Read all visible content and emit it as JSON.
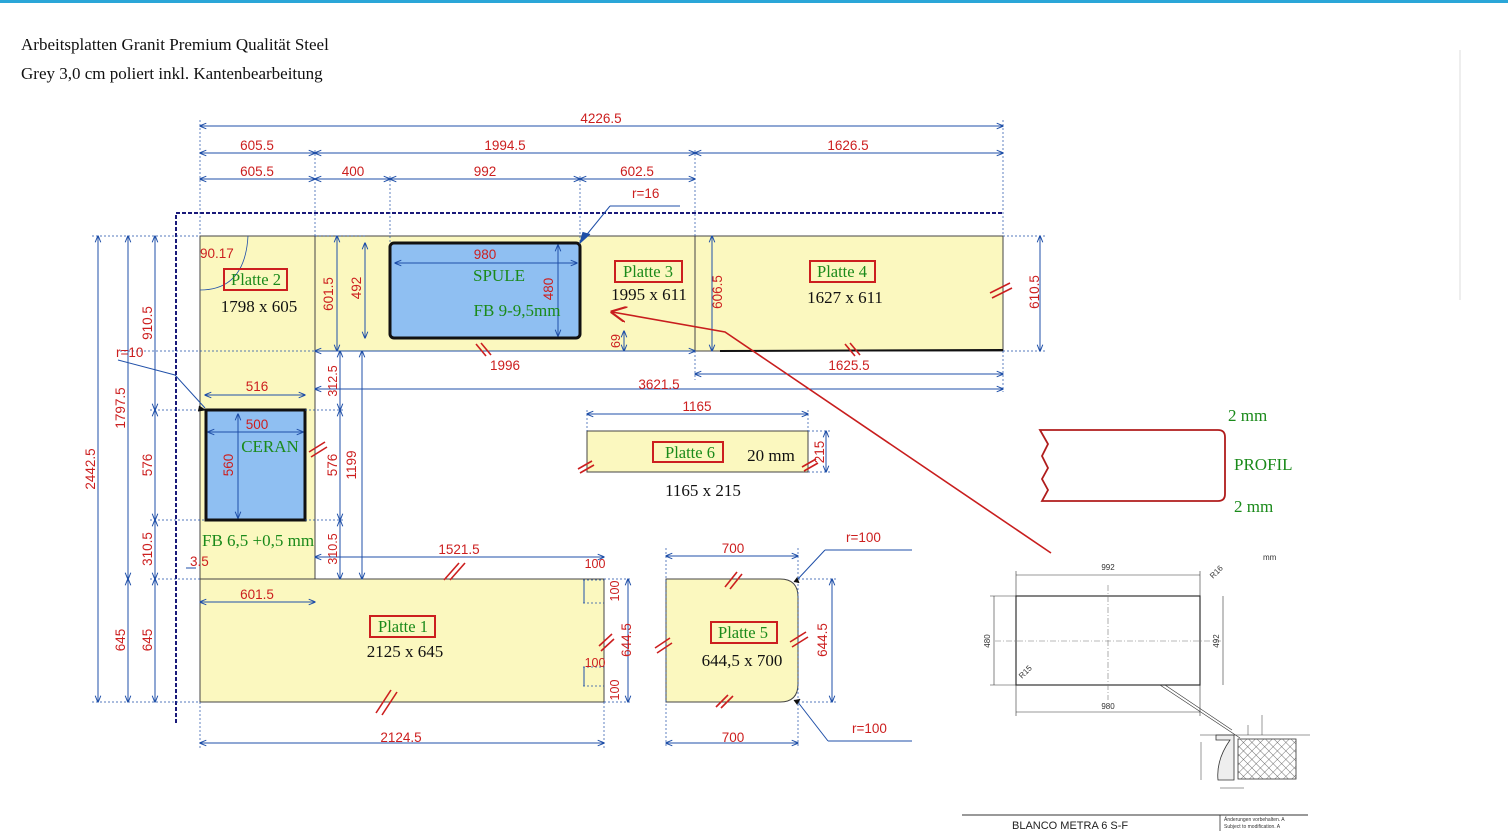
{
  "header": {
    "line1": "Arbeitsplatten Granit Premium Qualität Steel",
    "line2": "Grey 3,0 cm poliert inkl. Kantenbearbeitung"
  },
  "colors": {
    "dimension": "#1f4fa8",
    "dimension_text": "#cc1f1f",
    "plate_fill": "#fbf8bf",
    "cutout_fill": "#8fbff2",
    "label_green": "#1a8a1a",
    "label_box": "#cc1f1f",
    "arrow": "#c81e1e"
  },
  "dimensions": {
    "total": "4226.5",
    "d605_top": "605.5",
    "d1994": "1994.5",
    "d1626": "1626.5",
    "d605_mid": "605.5",
    "d400": "400",
    "d992": "992",
    "d602": "602.5",
    "r16": "r=16",
    "a9017": "90.17",
    "d980": "980",
    "d492": "492",
    "d480": "480",
    "d601_5": "601.5",
    "d606_5": "606.5",
    "d610_5": "610.5",
    "d69": "69",
    "d1996": "1996",
    "d1625_5": "1625.5",
    "d3621_5": "3621.5",
    "d312_5": "312.5",
    "d910_5": "910.5",
    "r10": "r=10",
    "d1797_5": "1797.5",
    "d2442_5": "2442.5",
    "d576a": "576",
    "d576b": "576",
    "d1199": "1199",
    "d516": "516",
    "d500": "500",
    "d560": "560",
    "d310_5a": "310.5",
    "d310_5b": "310.5",
    "d3_5": "3.5",
    "d601_5b": "601.5",
    "d645a": "645",
    "d645b": "645",
    "d1521_5": "1521.5",
    "d100a": "100",
    "d100b": "100",
    "d100c": "100",
    "d100d": "100",
    "d644_5a": "644.5",
    "d2124_5": "2124.5",
    "d1165": "1165",
    "d215": "215",
    "d700a": "700",
    "r100a": "r=100",
    "d644_5b": "644.5",
    "d700b": "700",
    "r100b": "r=100"
  },
  "plates": {
    "p1": {
      "label": "Platte 1",
      "size": "2125 x 645"
    },
    "p2": {
      "label": "Platte 2",
      "size": "1798 x 605"
    },
    "p3": {
      "label": "Platte 3",
      "size": "1995 x 611"
    },
    "p4": {
      "label": "Platte 4",
      "size": "1627 x 611"
    },
    "p5": {
      "label": "Platte 5",
      "size": "644,5 x 700"
    },
    "p6": {
      "label": "Platte 6",
      "size": "1165 x 215",
      "thickness": "20 mm"
    }
  },
  "cutouts": {
    "sink_label": "SPULE",
    "sink_fb": "FB 9-9,5mm",
    "hob_label": "CERAN",
    "hob_fb": "FB 6,5 +0,5 mm"
  },
  "profile": {
    "top": "2 mm",
    "label": "PROFIL",
    "bottom": "2 mm"
  },
  "sink_drawing": {
    "unit": "mm",
    "w992": "992",
    "r16": "R16",
    "h480": "480",
    "h492": "492",
    "r15": "R15",
    "w980": "980",
    "title": "BLANCO METRA 6 S-F",
    "note1": "Änderungen vorbehalten. A",
    "note2": "Subject to modification. A"
  }
}
